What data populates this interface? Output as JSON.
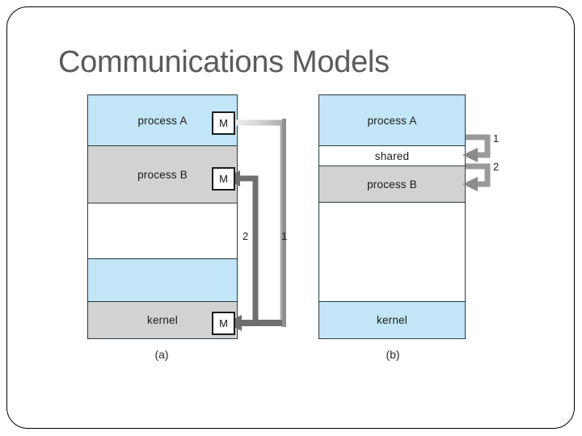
{
  "slide": {
    "title": "Communications Models",
    "background_color": "#ffffff",
    "frame_border_color": "#000000",
    "title_color": "#5a5a5a"
  },
  "palette": {
    "blue": "#c2e6f7",
    "gray": "#d2d2d2",
    "white": "#ffffff",
    "outline": "#2b3a42",
    "arrow_dark": "#6e6e6e",
    "arrow_light": "#bdbdbd",
    "mbox_border": "#1c1c1c"
  },
  "diagram_a": {
    "caption": "(a)",
    "model": "message passing",
    "bands": [
      {
        "label": "process A",
        "fill": "blue",
        "has_m_box": true,
        "m_label": "M"
      },
      {
        "label": "process B",
        "fill": "gray",
        "has_m_box": true,
        "m_label": "M"
      },
      {
        "label": "",
        "fill": "white",
        "has_m_box": false,
        "m_label": ""
      },
      {
        "label": "",
        "fill": "blue",
        "has_m_box": false,
        "m_label": ""
      },
      {
        "label": "kernel",
        "fill": "gray",
        "has_m_box": true,
        "m_label": "M"
      }
    ],
    "arrows": [
      {
        "number": "1",
        "from": "process A M",
        "to": "kernel M",
        "style": "light"
      },
      {
        "number": "2",
        "from": "kernel M",
        "to": "process B M",
        "style": "dark"
      }
    ]
  },
  "diagram_b": {
    "caption": "(b)",
    "model": "shared memory",
    "bands": [
      {
        "label": "process A",
        "fill": "blue"
      },
      {
        "label": "shared",
        "fill": "white"
      },
      {
        "label": "process B",
        "fill": "gray"
      },
      {
        "label": "",
        "fill": "white"
      },
      {
        "label": "kernel",
        "fill": "blue"
      }
    ],
    "arrows": [
      {
        "number": "1",
        "target_band": "process A / shared"
      },
      {
        "number": "2",
        "target_band": "process B"
      }
    ]
  }
}
